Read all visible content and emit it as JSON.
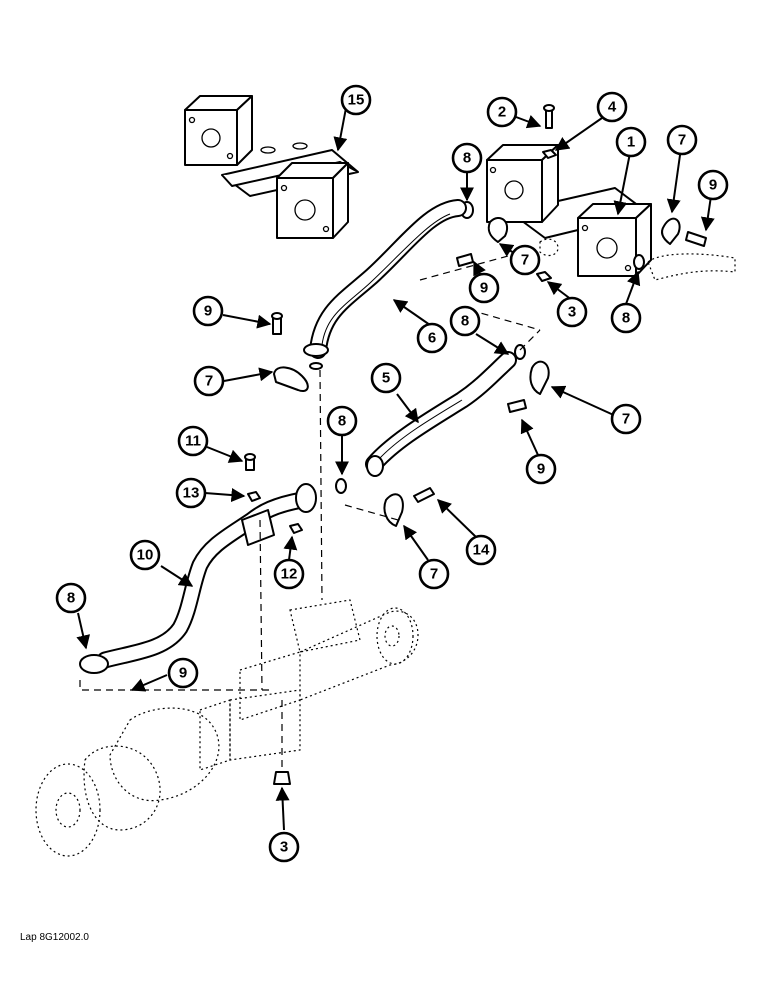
{
  "reference_code": "Lap 8G12002.0",
  "callouts": [
    {
      "id": "c15",
      "label": "15"
    },
    {
      "id": "c2",
      "label": "2"
    },
    {
      "id": "c4",
      "label": "4"
    },
    {
      "id": "c1",
      "label": "1"
    },
    {
      "id": "c7a",
      "label": "7"
    },
    {
      "id": "c8a",
      "label": "8"
    },
    {
      "id": "c9a",
      "label": "9"
    },
    {
      "id": "c7b",
      "label": "7"
    },
    {
      "id": "c9b",
      "label": "9"
    },
    {
      "id": "c3a",
      "label": "3"
    },
    {
      "id": "c8b",
      "label": "8"
    },
    {
      "id": "c6",
      "label": "6"
    },
    {
      "id": "c8c",
      "label": "8"
    },
    {
      "id": "c9c",
      "label": "9"
    },
    {
      "id": "c7c",
      "label": "7"
    },
    {
      "id": "c5",
      "label": "5"
    },
    {
      "id": "c7d",
      "label": "7"
    },
    {
      "id": "c8d",
      "label": "8"
    },
    {
      "id": "c9d",
      "label": "9"
    },
    {
      "id": "c11",
      "label": "11"
    },
    {
      "id": "c13",
      "label": "13"
    },
    {
      "id": "c14",
      "label": "14"
    },
    {
      "id": "c7e",
      "label": "7"
    },
    {
      "id": "c10",
      "label": "10"
    },
    {
      "id": "c12",
      "label": "12"
    },
    {
      "id": "c8e",
      "label": "8"
    },
    {
      "id": "c9e",
      "label": "9"
    },
    {
      "id": "c3b",
      "label": "3"
    }
  ]
}
